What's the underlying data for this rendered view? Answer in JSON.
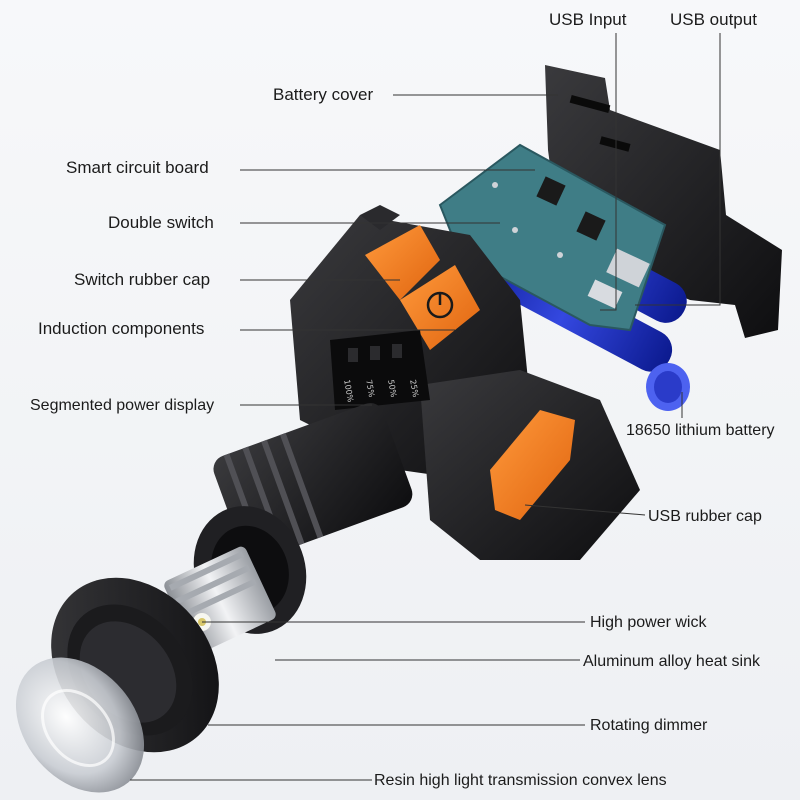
{
  "labels": {
    "usb_input": "USB Input",
    "usb_output": "USB output",
    "battery_cover": "Battery cover",
    "smart_circuit_board": "Smart circuit board",
    "double_switch": "Double switch",
    "switch_rubber_cap": "Switch rubber cap",
    "induction_components": "Induction components",
    "segmented_power_display": "Segmented power display",
    "lithium_battery": "18650 lithium battery",
    "usb_rubber_cap": "USB rubber cap",
    "high_power_wick": "High power wick",
    "heat_sink": "Aluminum alloy heat sink",
    "rotating_dimmer": "Rotating dimmer",
    "convex_lens": "Resin high light transmission convex lens"
  },
  "display_marks": [
    "100%",
    "75%",
    "50%",
    "25%"
  ],
  "colors": {
    "housing": "#1c1c1e",
    "switch_orange": "#f47b20",
    "battery_blue": "#1f2fb8",
    "pcb_teal": "#3f7d86",
    "leader": "#333333"
  }
}
